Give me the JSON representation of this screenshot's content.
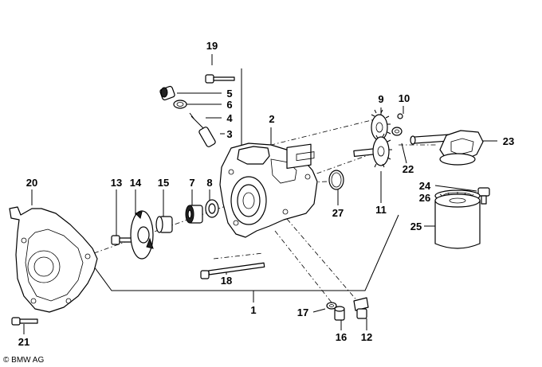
{
  "callouts": [
    {
      "id": "l1",
      "text": "1"
    },
    {
      "id": "l2",
      "text": "2"
    },
    {
      "id": "l3",
      "text": "3"
    },
    {
      "id": "l4",
      "text": "4"
    },
    {
      "id": "l5",
      "text": "5"
    },
    {
      "id": "l6",
      "text": "6"
    },
    {
      "id": "l7",
      "text": "7"
    },
    {
      "id": "l8",
      "text": "8"
    },
    {
      "id": "l9",
      "text": "9"
    },
    {
      "id": "l10",
      "text": "10"
    },
    {
      "id": "l11",
      "text": "11"
    },
    {
      "id": "l12",
      "text": "12"
    },
    {
      "id": "l13",
      "text": "13"
    },
    {
      "id": "l14",
      "text": "14"
    },
    {
      "id": "l15",
      "text": "15"
    },
    {
      "id": "l16",
      "text": "16"
    },
    {
      "id": "l17",
      "text": "17"
    },
    {
      "id": "l18",
      "text": "18"
    },
    {
      "id": "l19",
      "text": "19"
    },
    {
      "id": "l20",
      "text": "20"
    },
    {
      "id": "l21",
      "text": "21"
    },
    {
      "id": "l22",
      "text": "22"
    },
    {
      "id": "l23",
      "text": "23"
    },
    {
      "id": "l24",
      "text": "24"
    },
    {
      "id": "l25",
      "text": "25"
    },
    {
      "id": "l26",
      "text": "26"
    },
    {
      "id": "l27",
      "text": "27"
    }
  ],
  "copyright": "© BMW AG"
}
